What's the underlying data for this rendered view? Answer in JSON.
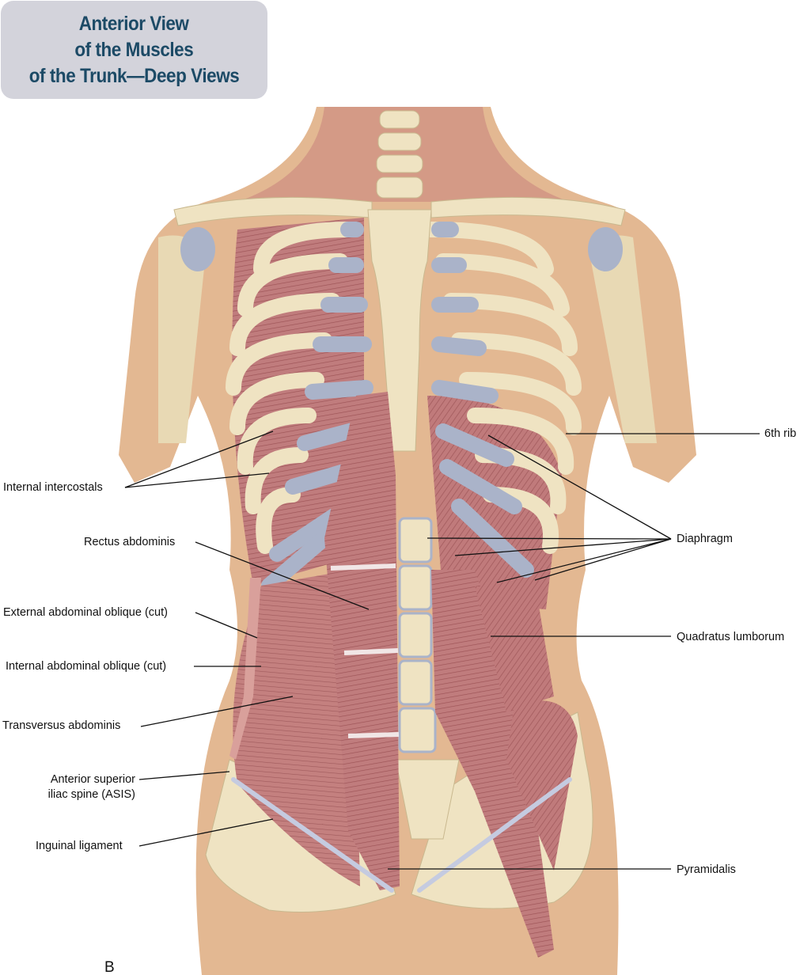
{
  "title": {
    "lines": [
      "Anterior View",
      "of the Muscles",
      "of the Trunk—Deep Views"
    ]
  },
  "panel_letter": "B",
  "labels": {
    "internal_intercostals": "Internal intercostals",
    "rectus_abdominis": "Rectus abdominis",
    "external_oblique": "External abdominal oblique (cut)",
    "internal_oblique": "Internal abdominal oblique (cut)",
    "transversus": "Transversus abdominis",
    "asis_1": "Anterior superior",
    "asis_2": "iliac spine (ASIS)",
    "inguinal": "Inguinal ligament",
    "sixth_rib": "6th rib",
    "diaphragm": "Diaphragm",
    "quadratus": "Quadratus lumborum",
    "pyramidalis": "Pyramidalis"
  },
  "colors": {
    "skin": "#e3b892",
    "bone": "#efe3c2",
    "cartilage": "#aab3c9",
    "muscle": "#b96f72",
    "title_text": "#1c4a66",
    "title_bg": "#d3d3db"
  }
}
